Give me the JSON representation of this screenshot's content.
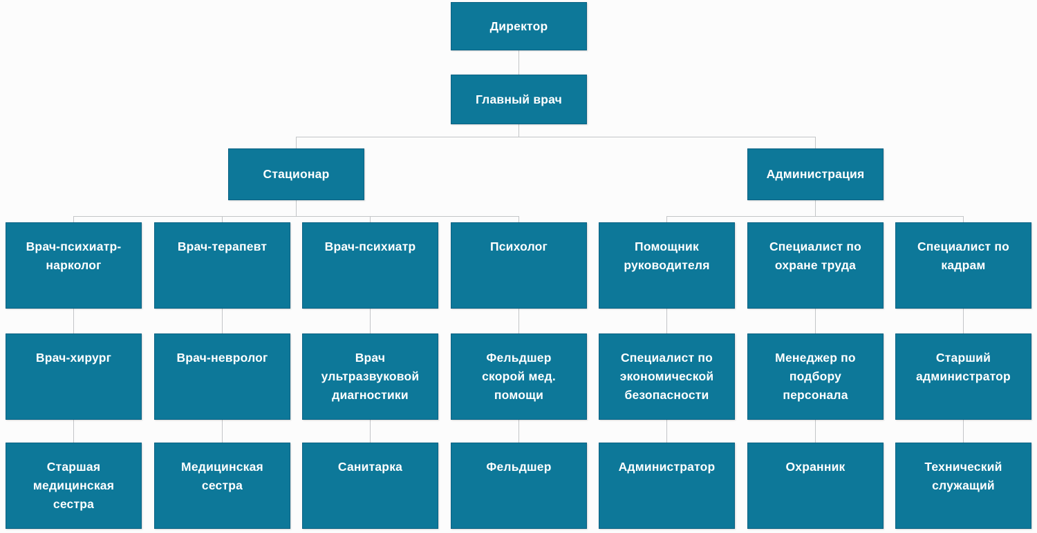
{
  "palette": {
    "box_fill": "#0d7899",
    "box_border": "#0a6183",
    "line": "#c3c5c7",
    "background": "#fcfcfc",
    "text": "#ffffff"
  },
  "org": {
    "director": "Директор",
    "chief_physician": "Главный врач",
    "branches": {
      "inpatient": "Стационар",
      "administration": "Администрация"
    },
    "columns": [
      {
        "top": "Врач-психиатр-нарколог",
        "middle": "Врач-хирург",
        "bottom": "Старшая медицинская сестра"
      },
      {
        "top": "Врач-терапевт",
        "middle": "Врач-невролог",
        "bottom": "Медицинская сестра"
      },
      {
        "top": "Врач-психиатр",
        "middle": "Врач ультразвуковой диагностики",
        "bottom": "Санитарка"
      },
      {
        "top": "Психолог",
        "middle": "Фельдшер скорой мед. помощи",
        "bottom": "Фельдшер"
      },
      {
        "top": "Помощник руководителя",
        "middle": "Специалист по экономической безопасности",
        "bottom": "Администратор"
      },
      {
        "top": "Специалист по охране труда",
        "middle": "Менеджер по подбору персонала",
        "bottom": "Охранник"
      },
      {
        "top": "Специалист по кадрам",
        "middle": "Старший администратор",
        "bottom": "Технический служащий"
      }
    ]
  }
}
